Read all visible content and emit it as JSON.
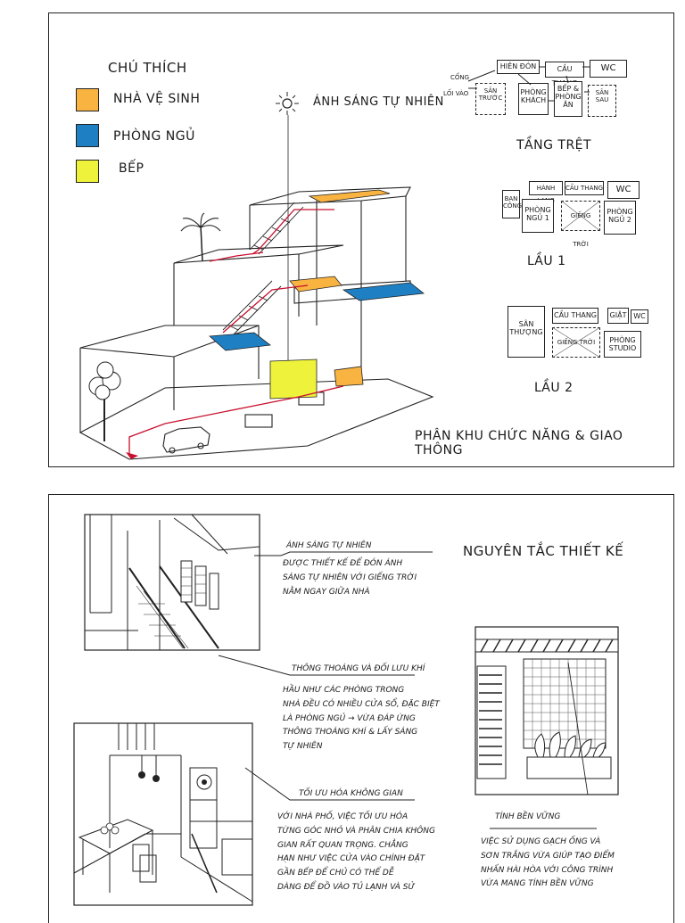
{
  "legend": {
    "title": "CHÚ THÍCH",
    "items": [
      {
        "label": "NHÀ VỆ SINH",
        "color": "#f9b341"
      },
      {
        "label": "PHÒNG NGỦ",
        "color": "#1f7fc3"
      },
      {
        "label": "BẾP",
        "color": "#eef23a"
      }
    ]
  },
  "sun_label": "ÁNH SÁNG TỰ NHIÊN",
  "panel1_title": "PHÂN KHU CHỨC NĂNG & GIAO THÔNG",
  "ground": {
    "label": "TẦNG TRỆT",
    "entry_gate": "CỔNG",
    "entry_way": "LỐI VÀO",
    "rooms": {
      "hien_don": "HIÊN ĐÓN",
      "cau_thang": "CẦU THANG",
      "wc": "WC",
      "san_truoc": "SÂN TRƯỚC",
      "phong_khach": "PHÒNG KHÁCH",
      "bep": "BẾP & PHÒNG ĂN",
      "san_sau": "SÂN SAU"
    }
  },
  "floor1": {
    "label": "LẦU 1",
    "rooms": {
      "ban_cong": "BAN CÔNG",
      "hanh_lang": "HÀNH LANG",
      "cau_thang": "CẦU THANG",
      "wc": "WC",
      "phong_ngu_1": "PHÒNG NGỦ 1",
      "gieng_troi": "GIẾNG TRỜI",
      "phong_ngu_2": "PHÒNG NGỦ 2"
    }
  },
  "floor2": {
    "label": "LẦU 2",
    "rooms": {
      "san_thuong": "SÂN THƯỢNG",
      "cau_thang": "CẦU THANG",
      "giat": "GIẶT",
      "wc": "WC",
      "gieng_troi": "GIẾNG TRỜI",
      "phong_studio": "PHÒNG STUDIO"
    }
  },
  "panel2_title": "NGUYÊN TẮC THIẾT KẾ",
  "notes": {
    "light_title": "ÁNH SÁNG TỰ NHIÊN",
    "light_body": [
      "ĐƯỢC THIẾT KẾ ĐỂ ĐÓN ÁNH",
      "SÁNG TỰ NHIÊN VỚI GIẾNG TRỜI",
      "NẰM NGAY GIỮA NHÀ"
    ],
    "vent_title": "THÔNG THOÁNG VÀ ĐỐI LƯU KHÍ",
    "vent_body": [
      "HẦU NHƯ CÁC PHÒNG TRONG",
      "NHÀ ĐỀU CÓ NHIỀU CỬA SỔ, ĐẶC BIỆT",
      "LÀ PHÒNG NGỦ → VỪA ĐÁP ỨNG",
      "THÔNG THOÁNG KHÍ & LẤY SÁNG",
      "TỰ NHIÊN"
    ],
    "space_title": "TỐI ƯU HÓA KHÔNG GIAN",
    "space_body": [
      "VỚI NHÀ PHỐ, VIỆC TỐI ƯU HÓA",
      "TỪNG GÓC NHỎ VÀ PHÂN CHIA KHÔNG",
      "GIAN RẤT QUAN TRỌNG. CHẲNG",
      "HẠN NHƯ VIỆC CỬA VÀO CHÍNH ĐẶT",
      "GẦN BẾP ĐỂ CHỦ CÓ THỂ DỄ",
      "DÀNG ĐỂ ĐỒ VÀO TỦ LẠNH VÀ SỬ"
    ],
    "sustain_title": "TÍNH BỀN VỮNG",
    "sustain_body": [
      "VIỆC SỬ DỤNG GẠCH ỐNG VÀ",
      "SƠN TRẮNG VỪA GIÚP TẠO ĐIỂM",
      "NHẤN HÀI HÒA VỚI CÔNG TRÌNH",
      "VỪA MANG TÍNH BỀN VỮNG"
    ]
  }
}
